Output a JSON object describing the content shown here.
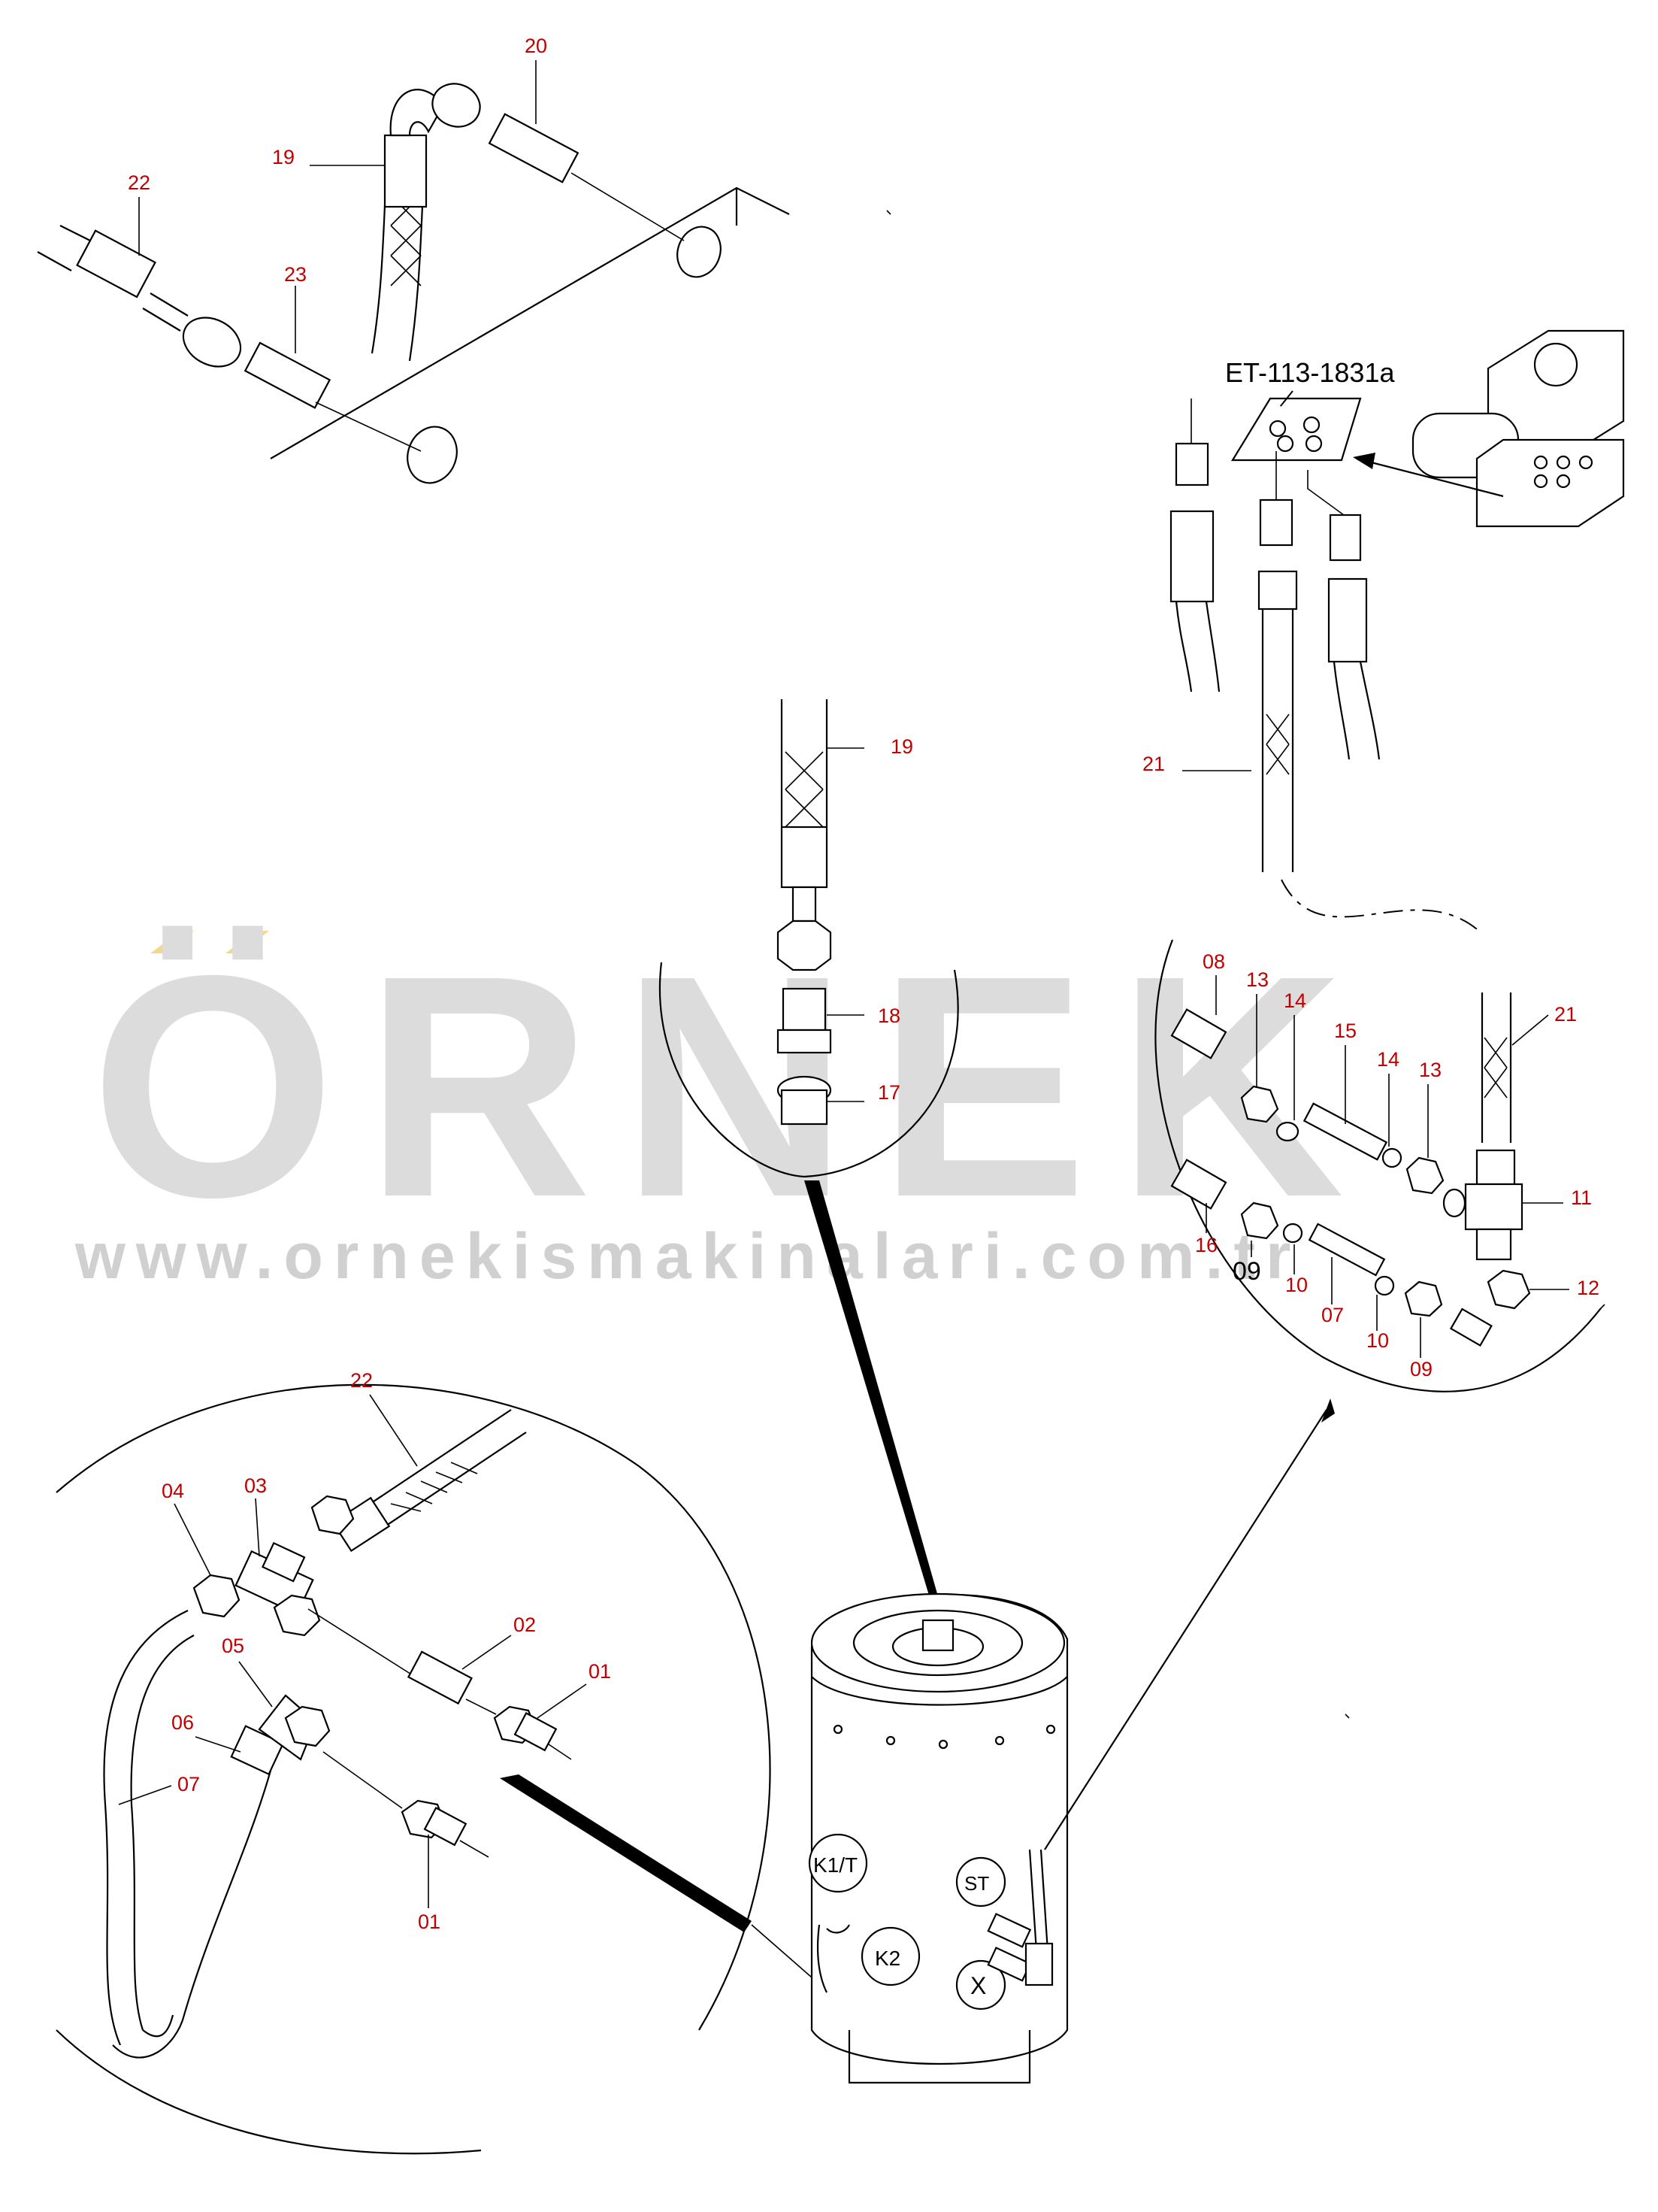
{
  "watermark": {
    "brand": "ÖRNEK",
    "url": "www.ornekismakinalari.com.tr",
    "accent_color": "#f5d78a",
    "text_color": "#dcdcdc"
  },
  "drawing_code": "ET-113-1831a",
  "callouts": {
    "top_left": [
      "20",
      "19",
      "22",
      "23"
    ],
    "center": [
      "19",
      "18",
      "17"
    ],
    "right_circle": [
      "08",
      "13",
      "14",
      "15",
      "14",
      "13",
      "21",
      "11",
      "16",
      "09",
      "10",
      "07",
      "10",
      "09",
      "12"
    ],
    "left_circle": [
      "22",
      "04",
      "03",
      "05",
      "02",
      "01",
      "06",
      "07",
      "01"
    ],
    "right_hose": "21"
  },
  "port_labels": [
    "K1/T",
    "K2",
    "ST",
    "X"
  ],
  "colors": {
    "callout": "#c00000",
    "line": "#000000",
    "background": "#ffffff"
  }
}
